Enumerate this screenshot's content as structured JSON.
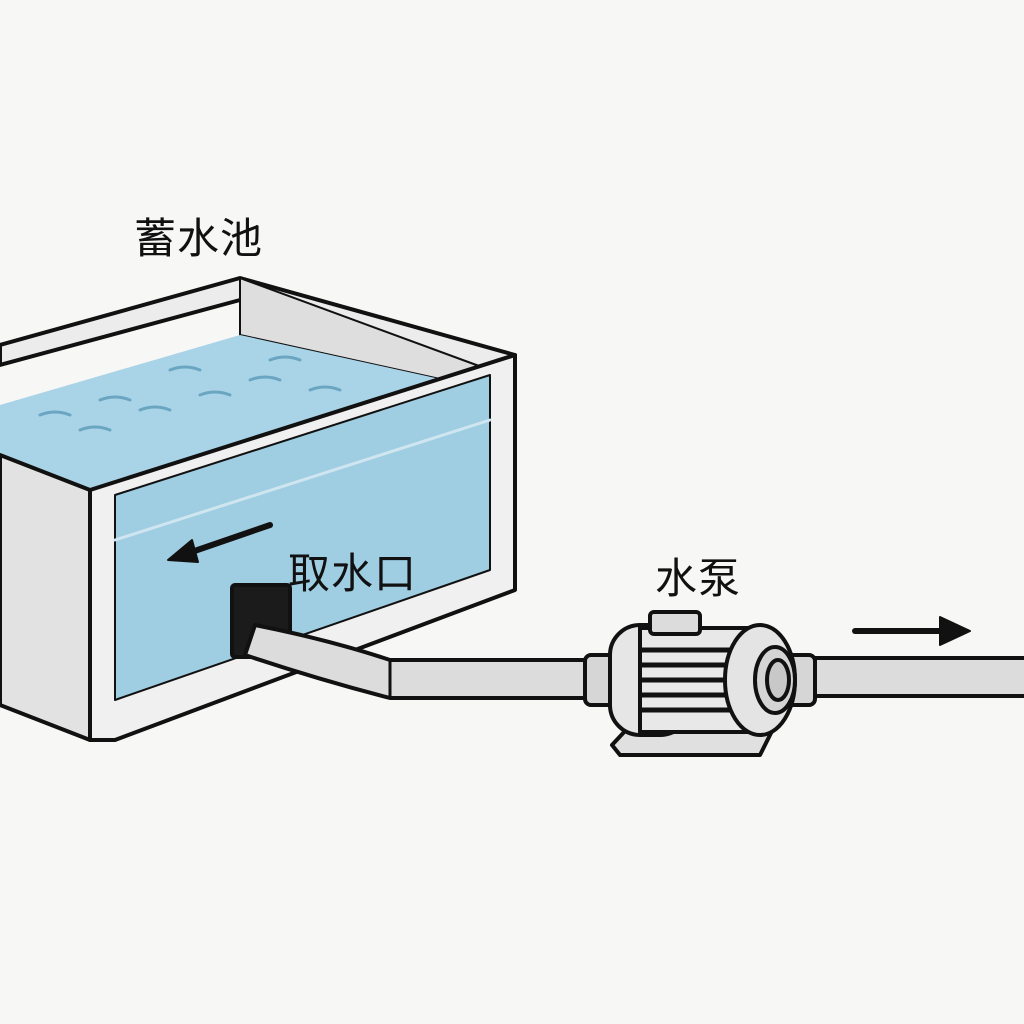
{
  "labels": {
    "reservoir": "蓄水池",
    "intake": "取水口",
    "pump": "水泵"
  },
  "colors": {
    "water": "#a9d3e6",
    "wall": "#e4e4e4",
    "pipe": "#dcdcdc",
    "outline": "#111111"
  }
}
